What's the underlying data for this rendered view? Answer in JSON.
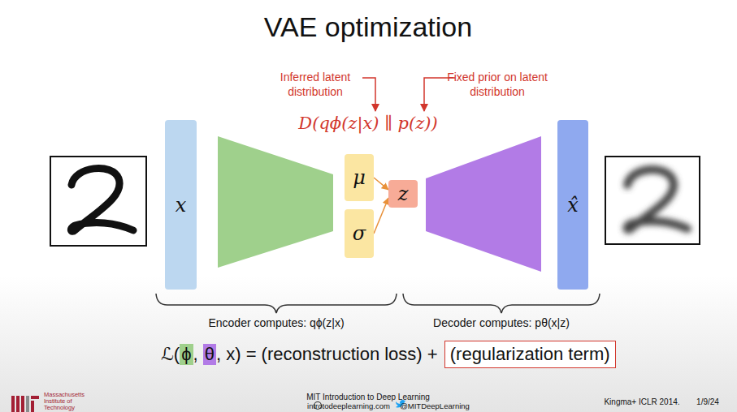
{
  "diagram": {
    "title": "VAE optimization",
    "nodes": [
      {
        "text": [
          "x"
        ]
      },
      {
        "text": [
          "μ"
        ]
      },
      {
        "text": [
          "σ"
        ]
      },
      {
        "text": [
          "z"
        ]
      },
      {
        "text": [
          "x̂"
        ]
      },
      {
        "text": [
          "(regularization term)"
        ]
      }
    ],
    "edges": [
      {
        "from": 1,
        "to": 3,
        "arrow": "to"
      },
      {
        "from": 2,
        "to": 3,
        "arrow": "to"
      }
    ],
    "labels": [
      "Inferred latent distribution",
      "Fixed prior on latent distribution",
      "D(qϕ(z|x) ∥ p(z))",
      "Encoder computes: qϕ(z|x)",
      "Decoder computes: pθ(x|z)",
      "ℒ(",
      "ϕ",
      ", ",
      "θ",
      ", x) = (reconstruction loss) + ",
      "Massachusetts Institute of Technology",
      "MIT Introduction to Deep Learning",
      "introtodeeplearning.com",
      "@MITDeepLearning",
      "Kingma+ ICLR 2014.",
      "1/9/24"
    ]
  }
}
